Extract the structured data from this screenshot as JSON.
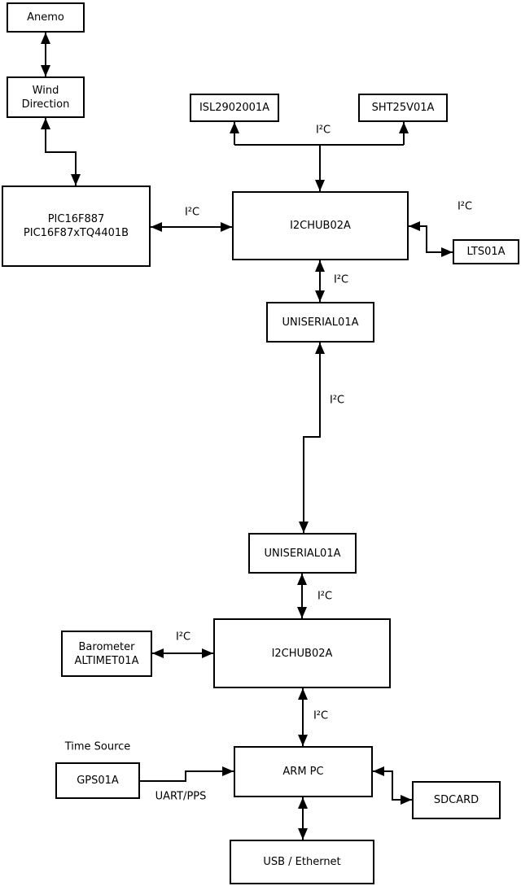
{
  "strings": {
    "i2c": "I²C",
    "time_source": "Time Source",
    "uart_pps": "UART/PPS"
  },
  "colors": {
    "background": "#ffffff",
    "line": "#000000",
    "text": "#000000",
    "box_fill": "#ffffff",
    "box_border": "#000000"
  },
  "nodes": {
    "anemo": {
      "lines": [
        "Anemo"
      ]
    },
    "wind_direction": {
      "lines": [
        "Wind",
        "Direction"
      ]
    },
    "pic": {
      "lines": [
        "PIC16F887",
        "PIC16F87xTQ4401B"
      ]
    },
    "isl": {
      "lines": [
        "ISL2902001A"
      ]
    },
    "sht": {
      "lines": [
        "SHT25V01A"
      ]
    },
    "i2chub_top": {
      "lines": [
        "I2CHUB02A"
      ]
    },
    "lts": {
      "lines": [
        "LTS01A"
      ]
    },
    "uniserial_top": {
      "lines": [
        "UNISERIAL01A"
      ]
    },
    "uniserial_bottom": {
      "lines": [
        "UNISERIAL01A"
      ]
    },
    "i2chub_bottom": {
      "lines": [
        "I2CHUB02A"
      ]
    },
    "barometer": {
      "lines": [
        "Barometer",
        "ALTIMET01A"
      ]
    },
    "gps": {
      "lines": [
        "GPS01A"
      ]
    },
    "arm_pc": {
      "lines": [
        "ARM PC"
      ]
    },
    "sdcard": {
      "lines": [
        "SDCARD"
      ]
    },
    "usb_ethernet": {
      "lines": [
        "USB / Ethernet"
      ]
    }
  },
  "connections": [
    {
      "from": "Anemo",
      "to": "Wind Direction",
      "arrows": "both",
      "label": ""
    },
    {
      "from": "Wind Direction",
      "to": "PIC16F887 PIC16F87xTQ4401B",
      "arrows": "both",
      "label": ""
    },
    {
      "from": "PIC16F887 PIC16F87xTQ4401B",
      "to": "I2CHUB02A (top)",
      "arrows": "both",
      "label": "I²C"
    },
    {
      "from": "I2CHUB02A (top)",
      "to": "ISL2902001A",
      "arrows": "both",
      "label": "I²C"
    },
    {
      "from": "I2CHUB02A (top)",
      "to": "SHT25V01A",
      "arrows": "both",
      "label": "I²C"
    },
    {
      "from": "I2CHUB02A (top)",
      "to": "LTS01A",
      "arrows": "both",
      "label": "I²C"
    },
    {
      "from": "I2CHUB02A (top)",
      "to": "UNISERIAL01A (top)",
      "arrows": "both",
      "label": "I²C"
    },
    {
      "from": "UNISERIAL01A (top)",
      "to": "UNISERIAL01A (bottom)",
      "arrows": "both",
      "label": "I²C"
    },
    {
      "from": "UNISERIAL01A (bottom)",
      "to": "I2CHUB02A (bottom)",
      "arrows": "both",
      "label": "I²C"
    },
    {
      "from": "Barometer ALTIMET01A",
      "to": "I2CHUB02A (bottom)",
      "arrows": "both",
      "label": "I²C"
    },
    {
      "from": "I2CHUB02A (bottom)",
      "to": "ARM PC",
      "arrows": "both",
      "label": "I²C"
    },
    {
      "from": "GPS01A",
      "to": "ARM PC",
      "arrows": "to",
      "label": "UART/PPS"
    },
    {
      "from": "ARM PC",
      "to": "SDCARD",
      "arrows": "both",
      "label": ""
    },
    {
      "from": "ARM PC",
      "to": "USB / Ethernet",
      "arrows": "both",
      "label": ""
    }
  ]
}
